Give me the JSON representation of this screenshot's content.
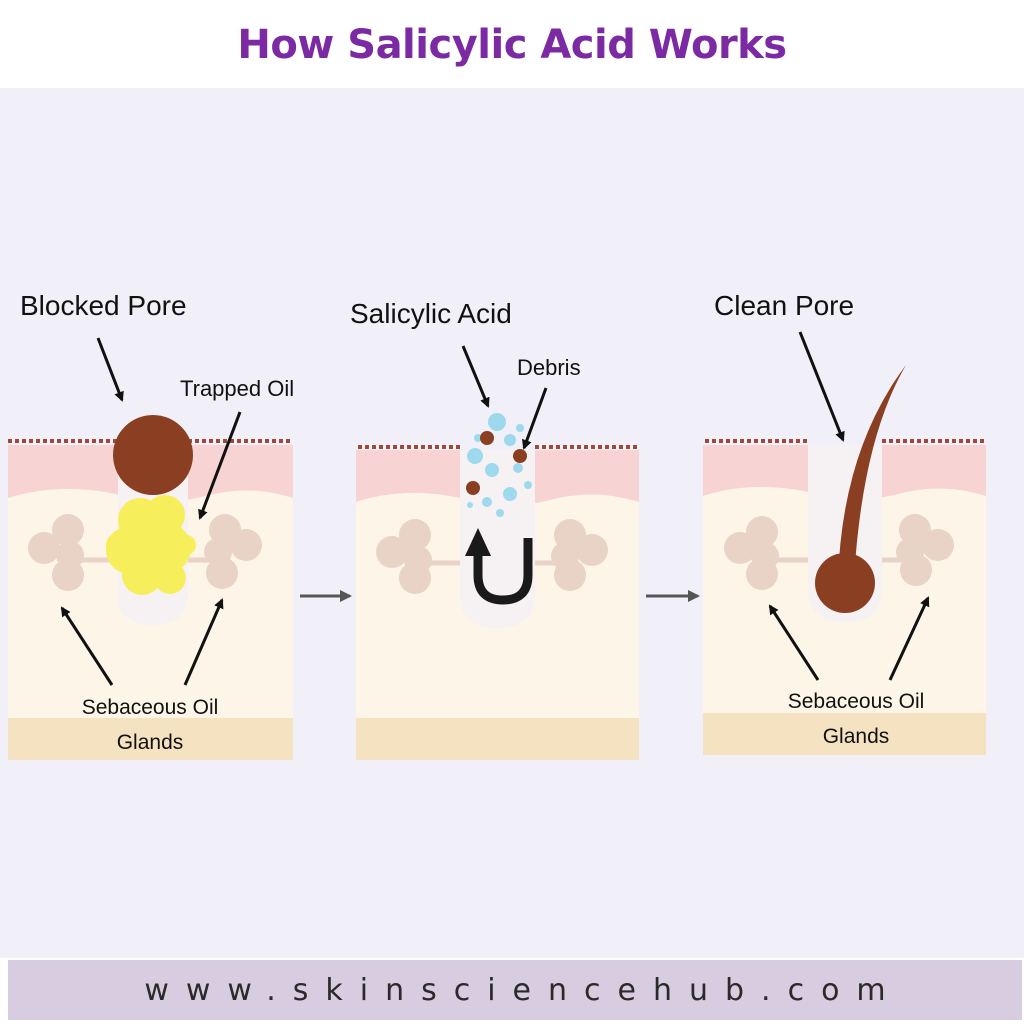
{
  "title": "How Salicylic Acid Works",
  "colors": {
    "title": "#7b2aa3",
    "background": "#f1f0f8",
    "footer": "#d8cde0",
    "skin_top": "#f7d4d3",
    "skin_body": "#fdf6e8",
    "skin_base": "#f5e2c1",
    "gland": "#e8d3c6",
    "debris": "#8a3f22",
    "oil": "#f7ee5c",
    "bubble": "#8fd5ec"
  },
  "panels": {
    "blocked": {
      "heading": "Blocked Pore",
      "trapped_oil": "Trapped Oil",
      "glands_line1": "Sebaceous Oil",
      "glands_line2": "Glands"
    },
    "acid": {
      "heading": "Salicylic Acid",
      "debris": "Debris",
      "arrow_icon": "u-turn-arrow-icon"
    },
    "clean": {
      "heading": "Clean Pore",
      "glands_line1": "Sebaceous Oil",
      "glands_line2": "Glands"
    }
  },
  "footer": {
    "url": "www.skinsciencehub.com"
  }
}
